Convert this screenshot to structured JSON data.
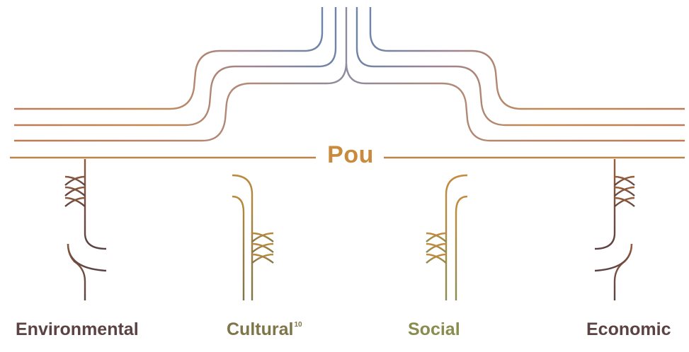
{
  "center_label": "Pou",
  "pillars": [
    {
      "label": "Environmental",
      "superscript": "",
      "color": "#5b4243"
    },
    {
      "label": "Cultural",
      "superscript": "10",
      "color": "#7f7548"
    },
    {
      "label": "Social",
      "superscript": "",
      "color": "#8a8c4f"
    },
    {
      "label": "Economic",
      "superscript": "",
      "color": "#5b4243"
    }
  ],
  "colors": {
    "pou": "#c88a3c",
    "top_blue": "#5a7fa8",
    "top_mauve": "#9a8497",
    "orange": "#c37e4c"
  }
}
